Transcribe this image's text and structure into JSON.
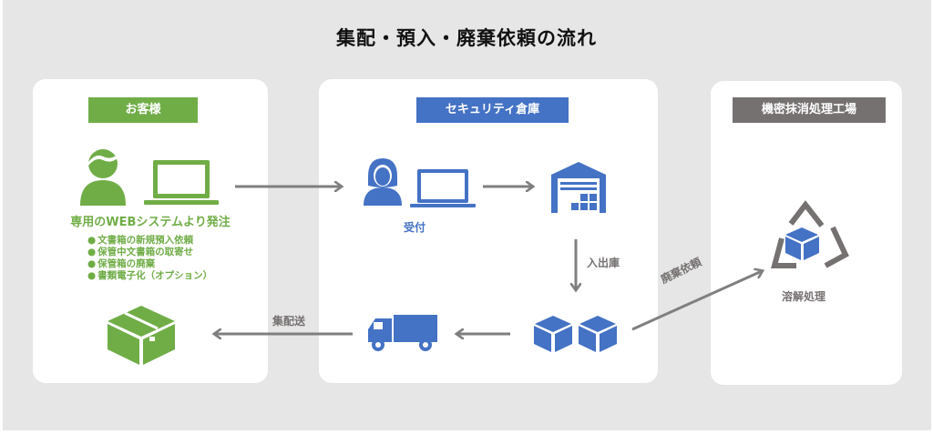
{
  "title": "集配・預入・廃棄依頼の流れ",
  "colors": {
    "background": "#e6e6e6",
    "customer": "#70ad47",
    "warehouse": "#4472c4",
    "factory": "#767171",
    "arrow": "#7f7f7f"
  },
  "sections": {
    "customer": {
      "label": "お客様",
      "order_title": "専用のWEBシステムより発注",
      "bullets": [
        "文書箱の新規預入依頼",
        "保管中文書箱の取寄せ",
        "保管箱の廃棄",
        "書類電子化（オプション）"
      ],
      "icons": [
        "person-icon",
        "laptop-icon",
        "box-icon"
      ]
    },
    "warehouse": {
      "label": "セキュリティ倉庫",
      "reception_label": "受付",
      "icons": [
        "woman-icon",
        "laptop-icon",
        "warehouse-icon",
        "boxes-icon",
        "truck-icon"
      ]
    },
    "factory": {
      "label": "機密抹消処理工場",
      "process_label": "溶解処理",
      "icons": [
        "recycle-box-icon"
      ]
    }
  },
  "arrows": {
    "order": "",
    "store_retrieve": "入出庫",
    "delivery": "集配送",
    "disposal": "廃棄依頼"
  }
}
